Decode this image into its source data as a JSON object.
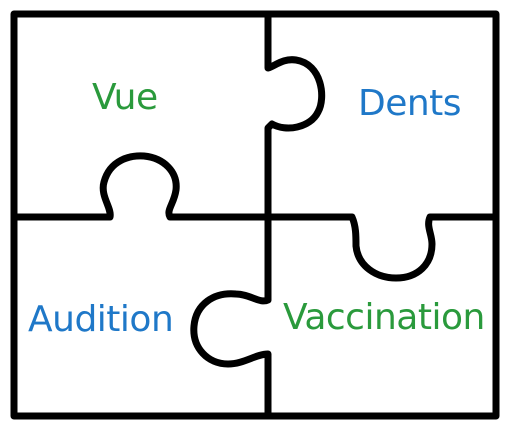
{
  "pieces": [
    {
      "id": "top-left",
      "label": "Vue",
      "color": "#2a9a3c"
    },
    {
      "id": "top-right",
      "label": "Dents",
      "color": "#1f78c8"
    },
    {
      "id": "bottom-left",
      "label": "Audition",
      "color": "#1f78c8"
    },
    {
      "id": "bottom-right",
      "label": "Vaccination",
      "color": "#2a9a3c"
    }
  ],
  "colors": {
    "outline": "#000000",
    "background": "#ffffff"
  }
}
